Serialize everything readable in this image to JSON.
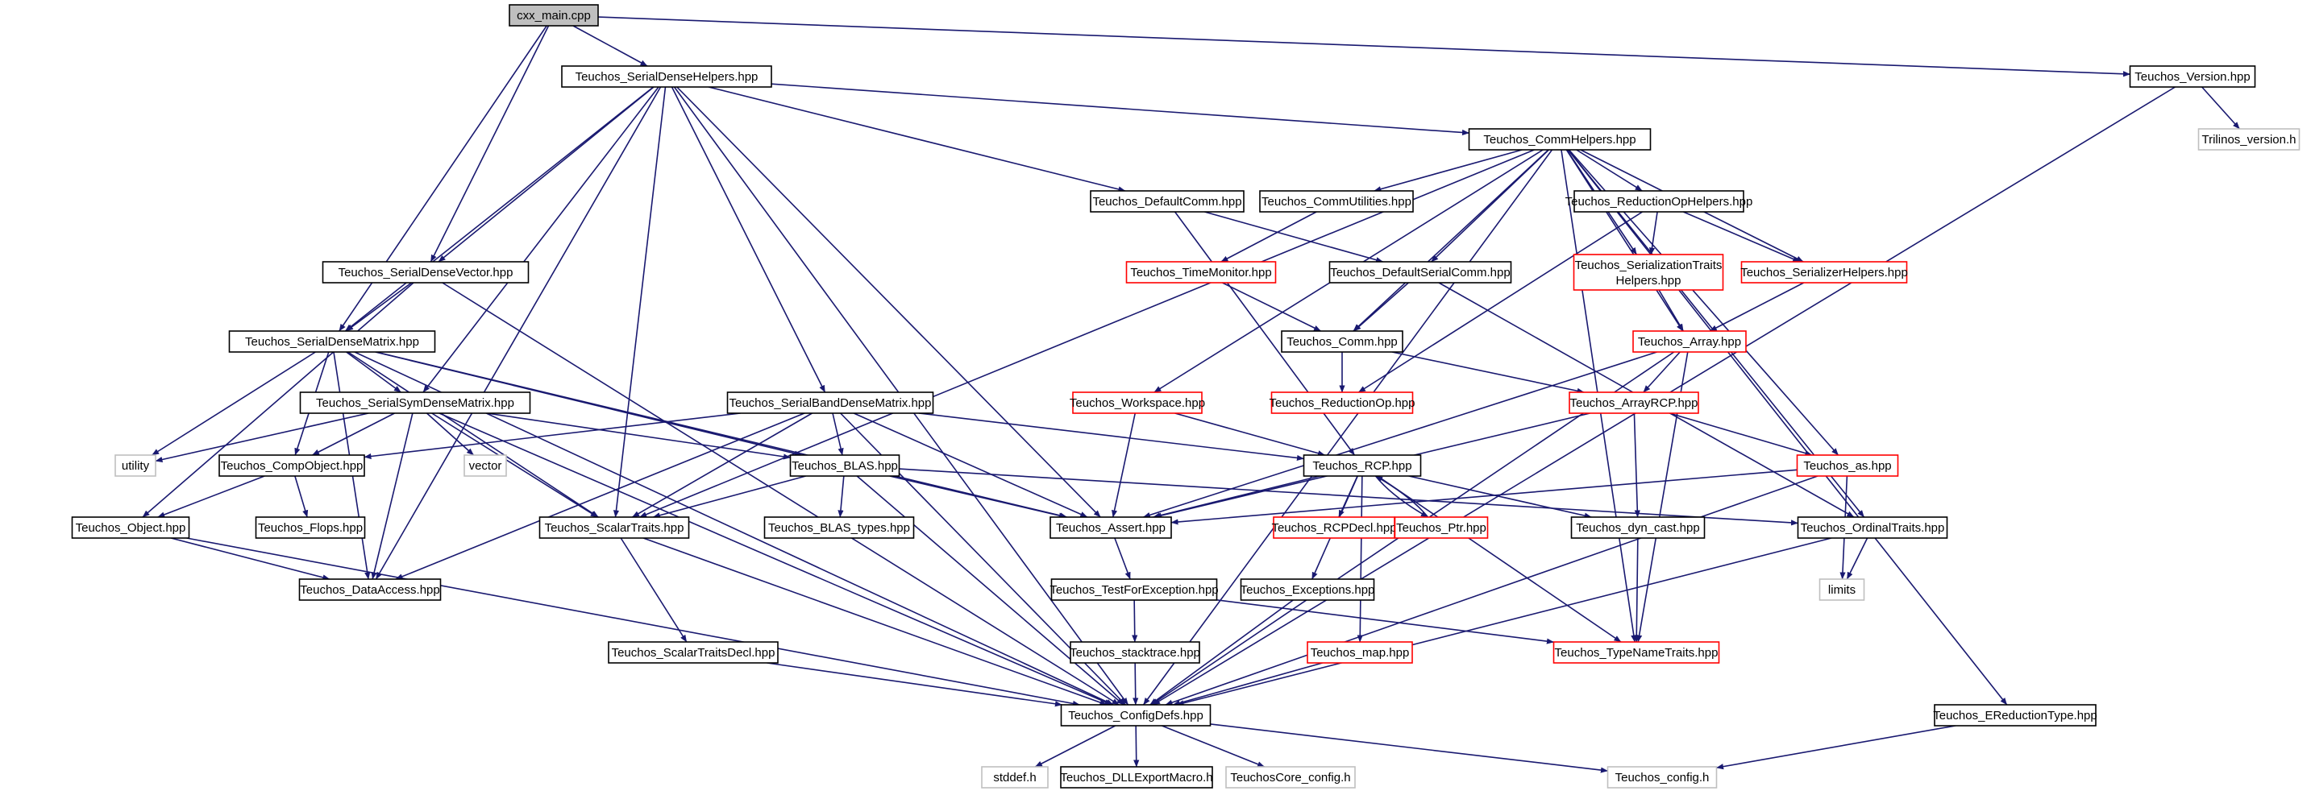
{
  "colors": {
    "normal_border": "#000000",
    "link_border": "#ff0000",
    "leaf_border": "#bfbfbf",
    "root_fill": "#bfbfbf",
    "edge": "#191970",
    "edge_alt": "#63b8ff",
    "background": "#ffffff"
  },
  "graph": {
    "type": "include-dependency-graph",
    "root": "cxx_main",
    "nodes": [
      {
        "id": "cxx_main",
        "label": "cxx_main.cpp",
        "kind": "root"
      },
      {
        "id": "sdh",
        "label": "Teuchos_SerialDenseHelpers.hpp",
        "kind": "normal"
      },
      {
        "id": "version",
        "label": "Teuchos_Version.hpp",
        "kind": "normal"
      },
      {
        "id": "trilinos_version",
        "label": "Trilinos_version.h",
        "kind": "leaf"
      },
      {
        "id": "commhelpers",
        "label": "Teuchos_CommHelpers.hpp",
        "kind": "normal"
      },
      {
        "id": "defaultcomm",
        "label": "Teuchos_DefaultComm.hpp",
        "kind": "normal"
      },
      {
        "id": "commutilities",
        "label": "Teuchos_CommUtilities.hpp",
        "kind": "normal"
      },
      {
        "id": "reductionophelpers",
        "label": "Teuchos_ReductionOpHelpers.hpp",
        "kind": "normal"
      },
      {
        "id": "sdv",
        "label": "Teuchos_SerialDenseVector.hpp",
        "kind": "normal"
      },
      {
        "id": "timemonitor",
        "label": "Teuchos_TimeMonitor.hpp",
        "kind": "link"
      },
      {
        "id": "defaultserialcomm",
        "label": "Teuchos_DefaultSerialComm.hpp",
        "kind": "normal"
      },
      {
        "id": "serializationtraitshelpers",
        "label": "Teuchos_SerializationTraits Helpers.hpp",
        "kind": "link"
      },
      {
        "id": "serializerhelpers",
        "label": "Teuchos_SerializerHelpers.hpp",
        "kind": "link"
      },
      {
        "id": "sdm",
        "label": "Teuchos_SerialDenseMatrix.hpp",
        "kind": "normal"
      },
      {
        "id": "comm",
        "label": "Teuchos_Comm.hpp",
        "kind": "normal"
      },
      {
        "id": "array",
        "label": "Teuchos_Array.hpp",
        "kind": "link"
      },
      {
        "id": "ssdm",
        "label": "Teuchos_SerialSymDenseMatrix.hpp",
        "kind": "normal"
      },
      {
        "id": "sbdm",
        "label": "Teuchos_SerialBandDenseMatrix.hpp",
        "kind": "normal"
      },
      {
        "id": "workspace",
        "label": "Teuchos_Workspace.hpp",
        "kind": "link"
      },
      {
        "id": "reductionop",
        "label": "Teuchos_ReductionOp.hpp",
        "kind": "link"
      },
      {
        "id": "arrayrcp",
        "label": "Teuchos_ArrayRCP.hpp",
        "kind": "link"
      },
      {
        "id": "utility",
        "label": "utility",
        "kind": "leaf"
      },
      {
        "id": "compobject",
        "label": "Teuchos_CompObject.hpp",
        "kind": "normal"
      },
      {
        "id": "vector",
        "label": "vector",
        "kind": "leaf"
      },
      {
        "id": "blas",
        "label": "Teuchos_BLAS.hpp",
        "kind": "normal"
      },
      {
        "id": "rcp",
        "label": "Teuchos_RCP.hpp",
        "kind": "normal"
      },
      {
        "id": "as",
        "label": "Teuchos_as.hpp",
        "kind": "link"
      },
      {
        "id": "object",
        "label": "Teuchos_Object.hpp",
        "kind": "normal"
      },
      {
        "id": "flops",
        "label": "Teuchos_Flops.hpp",
        "kind": "normal"
      },
      {
        "id": "scalartraits",
        "label": "Teuchos_ScalarTraits.hpp",
        "kind": "normal"
      },
      {
        "id": "blastypes",
        "label": "Teuchos_BLAS_types.hpp",
        "kind": "normal"
      },
      {
        "id": "assert",
        "label": "Teuchos_Assert.hpp",
        "kind": "normal"
      },
      {
        "id": "rcpdecl",
        "label": "Teuchos_RCPDecl.hpp",
        "kind": "link"
      },
      {
        "id": "ptr",
        "label": "Teuchos_Ptr.hpp",
        "kind": "link"
      },
      {
        "id": "dyncast",
        "label": "Teuchos_dyn_cast.hpp",
        "kind": "normal"
      },
      {
        "id": "ordinaltraits",
        "label": "Teuchos_OrdinalTraits.hpp",
        "kind": "normal"
      },
      {
        "id": "limits",
        "label": "limits",
        "kind": "leaf"
      },
      {
        "id": "dataaccess",
        "label": "Teuchos_DataAccess.hpp",
        "kind": "normal"
      },
      {
        "id": "testforexception",
        "label": "Teuchos_TestForException.hpp",
        "kind": "normal"
      },
      {
        "id": "exceptions",
        "label": "Teuchos_Exceptions.hpp",
        "kind": "normal"
      },
      {
        "id": "scalartraitsdecl",
        "label": "Teuchos_ScalarTraitsDecl.hpp",
        "kind": "normal"
      },
      {
        "id": "stacktrace",
        "label": "Teuchos_stacktrace.hpp",
        "kind": "normal"
      },
      {
        "id": "map",
        "label": "Teuchos_map.hpp",
        "kind": "link"
      },
      {
        "id": "typenametraits",
        "label": "Teuchos_TypeNameTraits.hpp",
        "kind": "link"
      },
      {
        "id": "configdefs",
        "label": "Teuchos_ConfigDefs.hpp",
        "kind": "normal"
      },
      {
        "id": "ereductiontype",
        "label": "Teuchos_EReductionType.hpp",
        "kind": "normal"
      },
      {
        "id": "stddef",
        "label": "stddef.h",
        "kind": "leaf"
      },
      {
        "id": "dllexport",
        "label": "Teuchos_DLLExportMacro.h",
        "kind": "normal"
      },
      {
        "id": "corecfg",
        "label": "TeuchosCore_config.h",
        "kind": "leaf"
      },
      {
        "id": "config",
        "label": "Teuchos_config.h",
        "kind": "leaf"
      }
    ],
    "edges": [
      [
        "cxx_main",
        "sdh"
      ],
      [
        "cxx_main",
        "version"
      ],
      [
        "cxx_main",
        "sdv"
      ],
      [
        "cxx_main",
        "sdm"
      ],
      [
        "sdh",
        "commhelpers"
      ],
      [
        "sdh",
        "defaultcomm"
      ],
      [
        "sdh",
        "sdv"
      ],
      [
        "sdh",
        "sdm"
      ],
      [
        "sdh",
        "ssdm"
      ],
      [
        "sdh",
        "sbdm"
      ],
      [
        "sdh",
        "scalartraits"
      ],
      [
        "sdh",
        "dataaccess"
      ],
      [
        "sdh",
        "assert"
      ],
      [
        "sdh",
        "configdefs"
      ],
      [
        "version",
        "trilinos_version"
      ],
      [
        "version",
        "configdefs"
      ],
      [
        "commhelpers",
        "commutilities"
      ],
      [
        "commhelpers",
        "reductionophelpers"
      ],
      [
        "commhelpers",
        "defaultserialcomm"
      ],
      [
        "commhelpers",
        "serializationtraitshelpers"
      ],
      [
        "commhelpers",
        "serializerhelpers"
      ],
      [
        "commhelpers",
        "comm"
      ],
      [
        "commhelpers",
        "array"
      ],
      [
        "commhelpers",
        "workspace"
      ],
      [
        "commhelpers",
        "scalartraits"
      ],
      [
        "commhelpers",
        "as"
      ],
      [
        "commhelpers",
        "ordinaltraits"
      ],
      [
        "commhelpers",
        "typenametraits"
      ],
      [
        "commhelpers",
        "configdefs"
      ],
      [
        "commhelpers",
        "ereductiontype"
      ],
      [
        "defaultcomm",
        "defaultserialcomm"
      ],
      [
        "defaultcomm",
        "rcp"
      ],
      [
        "commutilities",
        "timemonitor"
      ],
      [
        "timemonitor",
        "comm"
      ],
      [
        "reductionophelpers",
        "serializationtraitshelpers"
      ],
      [
        "reductionophelpers",
        "serializerhelpers"
      ],
      [
        "reductionophelpers",
        "reductionop"
      ],
      [
        "defaultserialcomm",
        "comm"
      ],
      [
        "defaultserialcomm",
        "ordinaltraits"
      ],
      [
        "serializationtraitshelpers",
        "array"
      ],
      [
        "serializerhelpers",
        "array"
      ],
      [
        "sdv",
        "sdm"
      ],
      [
        "sdv",
        "object"
      ],
      [
        "sdv",
        "configdefs"
      ],
      [
        "sdm",
        "ssdm"
      ],
      [
        "sdm",
        "compobject"
      ],
      [
        "sdm",
        "blas"
      ],
      [
        "sdm",
        "utility"
      ],
      [
        "sdm",
        "scalartraits"
      ],
      [
        "sdm",
        "dataaccess"
      ],
      [
        "sdm",
        "assert"
      ],
      [
        "sdm",
        "configdefs"
      ],
      [
        "comm",
        "reductionop"
      ],
      [
        "comm",
        "arrayrcp"
      ],
      [
        "array",
        "arrayrcp"
      ],
      [
        "array",
        "assert"
      ],
      [
        "array",
        "typenametraits"
      ],
      [
        "array",
        "configdefs"
      ],
      [
        "ssdm",
        "utility"
      ],
      [
        "ssdm",
        "vector"
      ],
      [
        "ssdm",
        "compobject"
      ],
      [
        "ssdm",
        "blas"
      ],
      [
        "ssdm",
        "scalartraits"
      ],
      [
        "ssdm",
        "dataaccess"
      ],
      [
        "ssdm",
        "configdefs"
      ],
      [
        "sbdm",
        "compobject"
      ],
      [
        "sbdm",
        "blas"
      ],
      [
        "sbdm",
        "scalartraits"
      ],
      [
        "sbdm",
        "assert"
      ],
      [
        "sbdm",
        "dataaccess"
      ],
      [
        "sbdm",
        "rcp"
      ],
      [
        "sbdm",
        "configdefs"
      ],
      [
        "workspace",
        "rcp"
      ],
      [
        "workspace",
        "assert"
      ],
      [
        "arrayrcp",
        "as"
      ],
      [
        "arrayrcp",
        "assert"
      ],
      [
        "arrayrcp",
        "dyncast"
      ],
      [
        "compobject",
        "object"
      ],
      [
        "compobject",
        "flops"
      ],
      [
        "blas",
        "scalartraits"
      ],
      [
        "blas",
        "blastypes"
      ],
      [
        "blas",
        "assert"
      ],
      [
        "blas",
        "ordinaltraits"
      ],
      [
        "blas",
        "configdefs"
      ],
      [
        "rcp",
        "rcpdecl"
      ],
      [
        "rcp",
        "ptr"
      ],
      [
        "rcp",
        "dyncast"
      ],
      [
        "rcp",
        "assert"
      ],
      [
        "rcp",
        "exceptions"
      ],
      [
        "rcp",
        "map"
      ],
      [
        "rcp",
        "typenametraits"
      ],
      [
        "ptr",
        "rcp"
      ],
      [
        "as",
        "assert"
      ],
      [
        "as",
        "limits"
      ],
      [
        "as",
        "configdefs"
      ],
      [
        "object",
        "dataaccess"
      ],
      [
        "object",
        "configdefs"
      ],
      [
        "scalartraits",
        "scalartraitsdecl"
      ],
      [
        "scalartraits",
        "configdefs"
      ],
      [
        "assert",
        "testforexception"
      ],
      [
        "dyncast",
        "typenametraits"
      ],
      [
        "ordinaltraits",
        "limits"
      ],
      [
        "ordinaltraits",
        "configdefs"
      ],
      [
        "testforexception",
        "stacktrace"
      ],
      [
        "testforexception",
        "typenametraits"
      ],
      [
        "exceptions",
        "configdefs"
      ],
      [
        "scalartraitsdecl",
        "configdefs"
      ],
      [
        "stacktrace",
        "configdefs"
      ],
      [
        "map",
        "configdefs"
      ],
      [
        "configdefs",
        "stddef"
      ],
      [
        "configdefs",
        "dllexport"
      ],
      [
        "configdefs",
        "corecfg"
      ],
      [
        "configdefs",
        "config"
      ],
      [
        "ereductiontype",
        "config"
      ]
    ]
  }
}
